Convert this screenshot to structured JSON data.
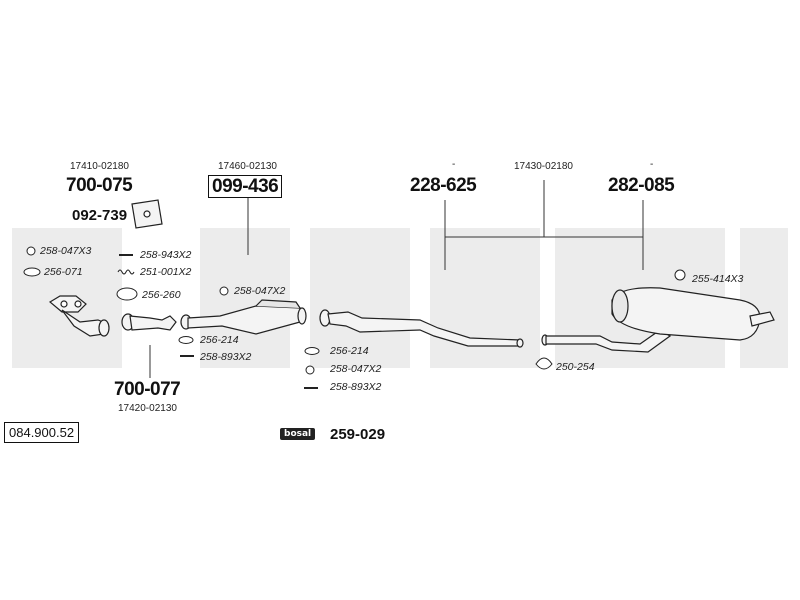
{
  "diagram": {
    "reference": "084.900.52",
    "assemblies": {
      "front": {
        "oem": "17410-02180",
        "part": "700-075",
        "sub": "092-739"
      },
      "mid": {
        "oem": "17420-02130",
        "part": "700-077"
      },
      "cat": {
        "oem": "17460-02130",
        "part": "099-436"
      },
      "rear_group": {
        "oem": "17430-02180",
        "left_part": "228-625",
        "right_part": "282-085",
        "left_dash": "-",
        "right_dash": "-"
      },
      "kit": {
        "part": "259-029",
        "logo": "bosal"
      }
    },
    "hardware": {
      "h1": "258-047X3",
      "h2": "256-071",
      "h3": "258-943X2",
      "h4": "251-001X2",
      "h5": "256-260",
      "h6": "258-047X2",
      "h7": "256-214",
      "h8": "258-893X2",
      "h9": "256-214",
      "h10": "258-047X2",
      "h11": "258-893X2",
      "h12": "250-254",
      "h13": "255-414X3"
    }
  }
}
